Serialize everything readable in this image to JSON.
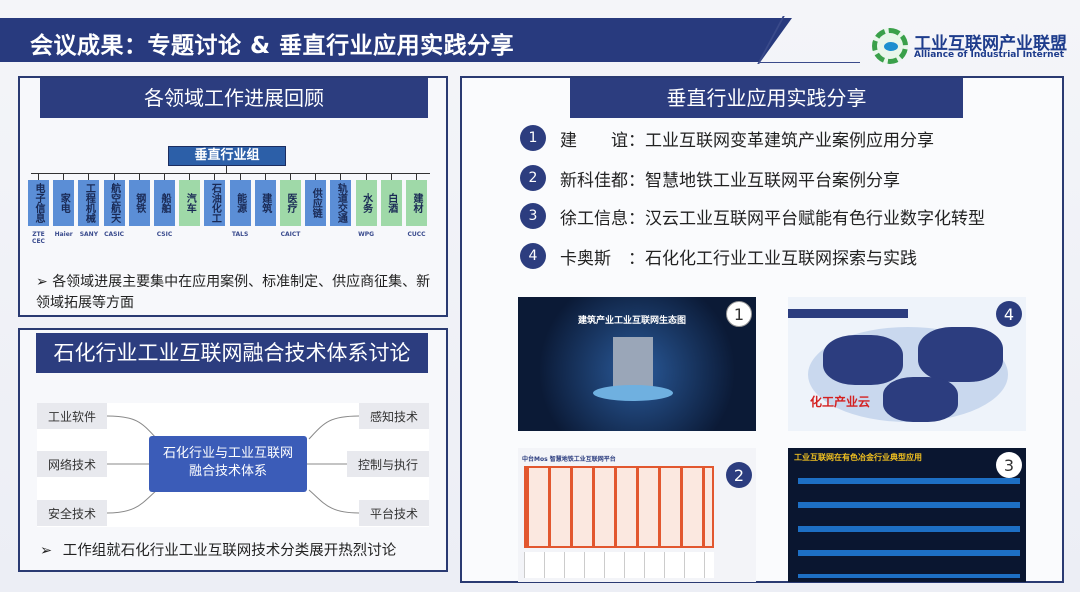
{
  "header": {
    "title": "会议成果：专题讨论 & 垂直行业应用实践分享",
    "logo_cn": "工业互联网产业联盟",
    "logo_en": "Alliance of Industrial Internet"
  },
  "left_top": {
    "title": "各领域工作进展回顾",
    "group": "垂直行业组",
    "industries": [
      {
        "name": "电子信息",
        "color": "blue",
        "logo": "ZTE CEC"
      },
      {
        "name": "家电",
        "color": "blue",
        "logo": "Haier"
      },
      {
        "name": "工程机械",
        "color": "blue",
        "logo": "SANY"
      },
      {
        "name": "航空航天",
        "color": "blue",
        "logo": "CASIC"
      },
      {
        "name": "钢铁",
        "color": "blue",
        "logo": ""
      },
      {
        "name": "船舶",
        "color": "blue",
        "logo": "CSIC"
      },
      {
        "name": "汽车",
        "color": "green",
        "logo": ""
      },
      {
        "name": "石油化工",
        "color": "blue",
        "logo": ""
      },
      {
        "name": "能源",
        "color": "blue",
        "logo": "TALS"
      },
      {
        "name": "建筑",
        "color": "blue",
        "logo": ""
      },
      {
        "name": "医疗",
        "color": "green",
        "logo": "CAICT"
      },
      {
        "name": "供应链",
        "color": "blue",
        "logo": ""
      },
      {
        "name": "轨道交通",
        "color": "blue",
        "logo": ""
      },
      {
        "name": "水务",
        "color": "green",
        "logo": "WPG"
      },
      {
        "name": "白酒",
        "color": "green",
        "logo": ""
      },
      {
        "name": "建材",
        "color": "green",
        "logo": "CUCC"
      }
    ],
    "bullet": "各领域进展主要集中在应用案例、标准制定、供应商征集、新领域拓展等方面"
  },
  "left_bottom": {
    "title": "石化行业工业互联网融合技术体系讨论",
    "center": [
      "石化行业与工业互联网",
      "融合技术体系"
    ],
    "left_nodes": [
      "工业软件",
      "网络技术",
      "安全技术"
    ],
    "right_nodes": [
      "感知技术",
      "控制与执行",
      "平台技术"
    ],
    "bullet": "工作组就石化行业工业互联网技术分类展开热烈讨论"
  },
  "right": {
    "title": "垂直行业应用实践分享",
    "items": [
      {
        "num": "1",
        "org": "建　　谊",
        "topic": "工业互联网变革建筑产业案例应用分享"
      },
      {
        "num": "2",
        "org": "新科佳都",
        "topic": "智慧地铁工业互联网平台案例分享"
      },
      {
        "num": "3",
        "org": "徐工信息",
        "topic": "汉云工业互联网平台赋能有色行业数字化转型"
      },
      {
        "num": "4",
        "org": "卡奥斯　",
        "topic": "石化化工行业工业互联网探索与实践"
      }
    ],
    "thumbs": [
      {
        "num": "1",
        "title": "建筑产业工业互联网生态图"
      },
      {
        "num": "4",
        "title": "化工产业云"
      },
      {
        "num": "2",
        "title": "中台Mos 智慧地铁工业互联网平台"
      },
      {
        "num": "3",
        "title": "工业互联网在有色冶金行业典型应用"
      }
    ]
  },
  "colors": {
    "navy": "#2c3d7f",
    "box_blue": "#5b8ed6",
    "box_green": "#9fd9a8"
  }
}
